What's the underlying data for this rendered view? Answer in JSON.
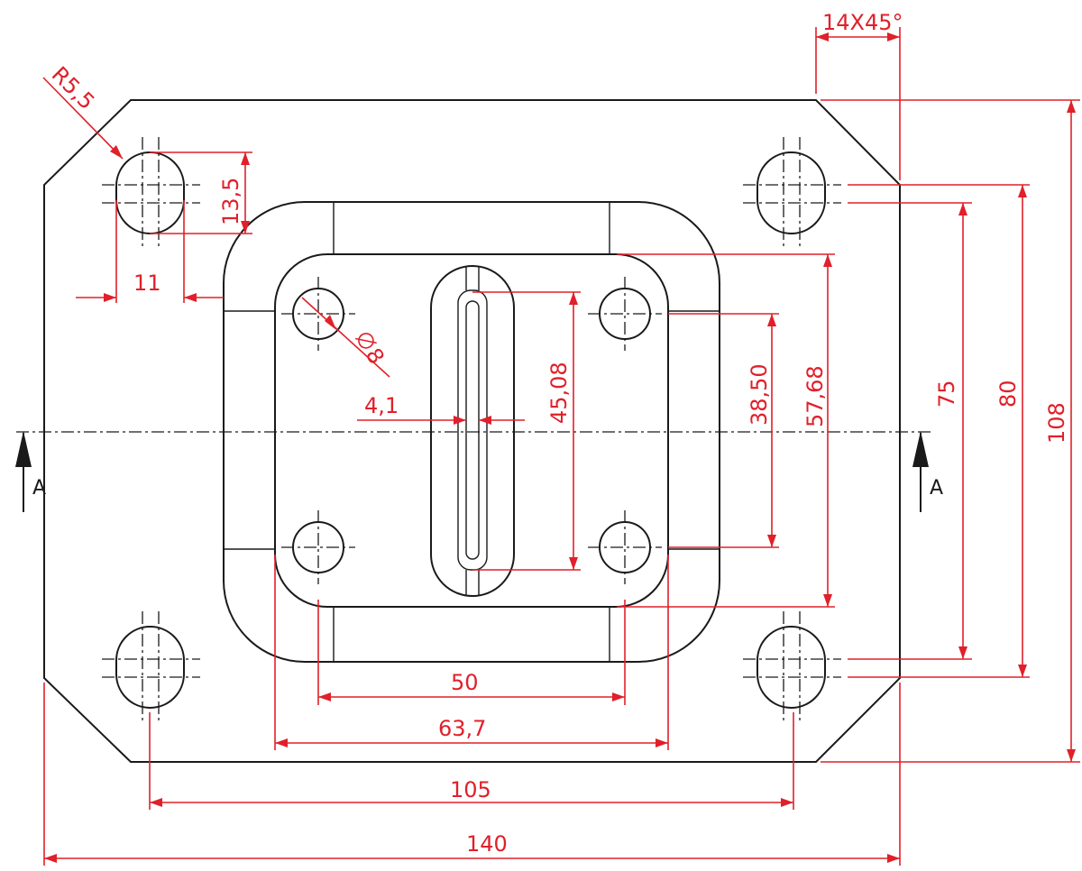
{
  "colors": {
    "ink": "#1a1a1a",
    "dimension": "#e0202a",
    "background": "#ffffff"
  },
  "dimensions": {
    "chamfer": "14X45°",
    "slot_radius": "R5,5",
    "slot_length": "13,5",
    "slot_offset": "11",
    "hole_diameter": "8",
    "slot_width": "4,1",
    "slot_span": "45,08",
    "hole_span_v": "38,50",
    "recess_v": "57,68",
    "slot_pitch_inner": "75",
    "slot_pitch_outer": "80",
    "overall_height": "108",
    "hole_span_h": "50",
    "recess_h": "63,7",
    "slot_pitch_h": "105",
    "overall_width": "140"
  },
  "section": {
    "left_label": "A",
    "right_label": "A"
  }
}
